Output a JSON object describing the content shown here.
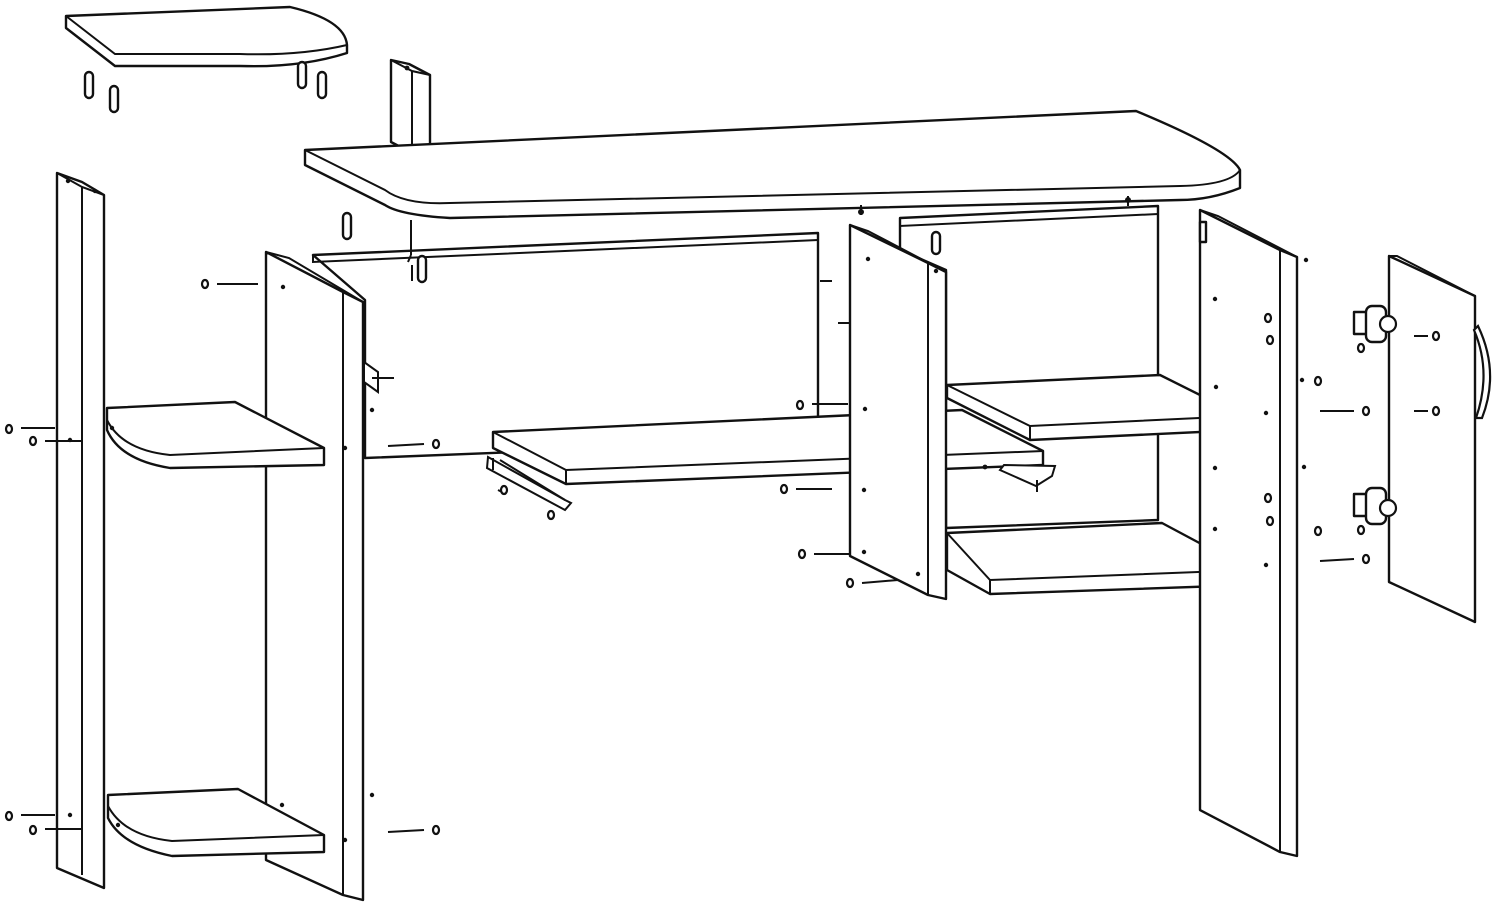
{
  "diagram": {
    "type": "exploded-assembly",
    "parts": [
      "top-shelf-board",
      "vertical-divider",
      "desk-top",
      "left-outer-side",
      "left-inner-side",
      "left-upper-shelf",
      "left-lower-shelf",
      "back-panel",
      "keyboard-tray",
      "keyboard-slide-rail",
      "center-divider",
      "right-side-panel",
      "right-upper-shelf",
      "right-lower-shelf",
      "cabinet-door",
      "door-hinge",
      "door-handle",
      "dowel-pin",
      "screw"
    ],
    "colors": {
      "line": "#111111",
      "fill": "#ffffff"
    }
  }
}
